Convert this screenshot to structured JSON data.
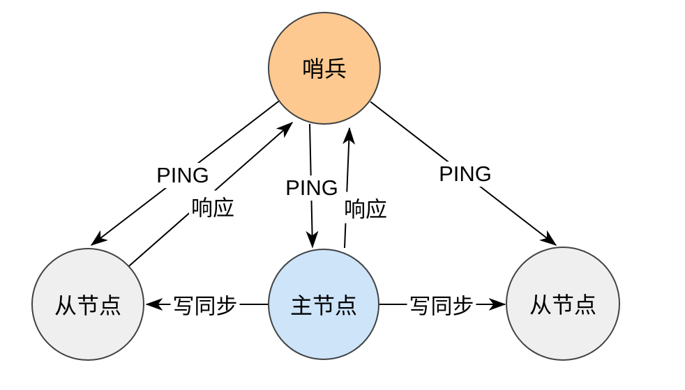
{
  "diagram": {
    "nodes": {
      "sentinel": {
        "label": "哨兵",
        "fill": "#FDC990"
      },
      "master": {
        "label": "主节点",
        "fill": "#CDE4F9"
      },
      "slave_left": {
        "label": "从节点",
        "fill": "#EFEFEF"
      },
      "slave_right": {
        "label": "从节点",
        "fill": "#EFEFEF"
      }
    },
    "edges": {
      "ping_left": {
        "label": "PING",
        "from": "sentinel",
        "to": "slave_left"
      },
      "resp_left": {
        "label": "响应",
        "from": "slave_left",
        "to": "sentinel"
      },
      "ping_center": {
        "label": "PING",
        "from": "sentinel",
        "to": "master"
      },
      "resp_center": {
        "label": "响应",
        "from": "master",
        "to": "sentinel"
      },
      "ping_right": {
        "label": "PING",
        "from": "sentinel",
        "to": "slave_right"
      },
      "sync_left": {
        "label": "写同步",
        "from": "master",
        "to": "slave_left"
      },
      "sync_right": {
        "label": "写同步",
        "from": "master",
        "to": "slave_right"
      }
    },
    "colors": {
      "node_stroke": "#404244",
      "arrow": "#000000",
      "background": "#FFFFFF"
    }
  }
}
